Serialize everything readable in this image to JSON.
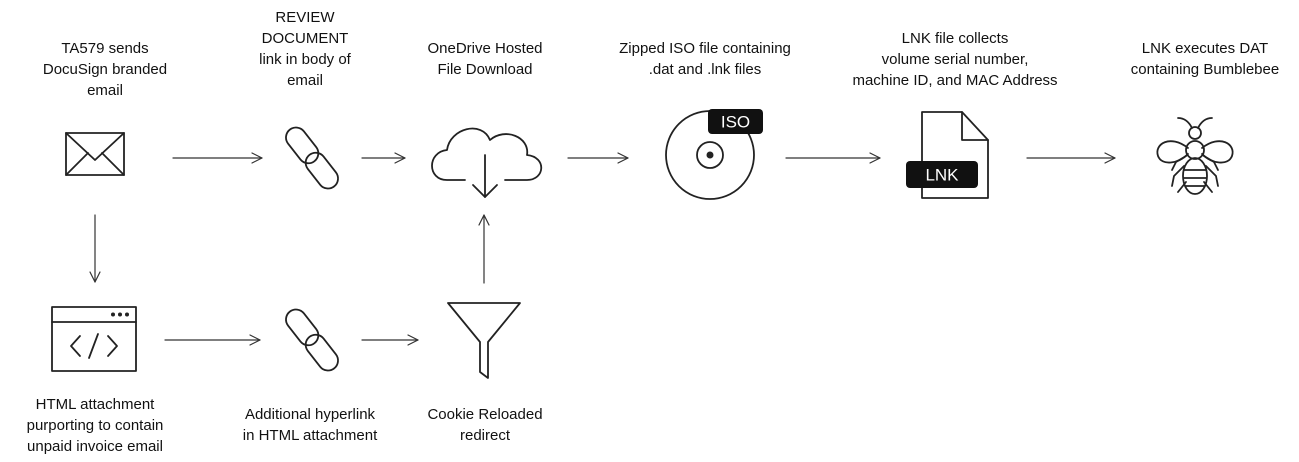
{
  "steps": {
    "email": {
      "label": "TA579 sends\nDocuSign branded\nemail",
      "icon": "envelope-icon"
    },
    "review_link": {
      "label": "REVIEW\nDOCUMENT\nlink in body of\nemail",
      "icon": "link-icon"
    },
    "onedrive": {
      "label": "OneDrive Hosted\nFile Download",
      "icon": "cloud-download-icon"
    },
    "iso": {
      "label": "Zipped ISO file containing\n.dat and .lnk files",
      "icon": "disc-icon",
      "badge": "ISO"
    },
    "lnk": {
      "label": "LNK file collects\nvolume serial number,\nmachine ID, and MAC Address",
      "icon": "file-icon",
      "badge": "LNK"
    },
    "dat": {
      "label": "LNK executes DAT\ncontaining Bumblebee",
      "icon": "bee-icon"
    },
    "html_attachment": {
      "label": "HTML attachment\npurporting to contain\nunpaid invoice email",
      "icon": "code-window-icon"
    },
    "hyperlink": {
      "label": "Additional hyperlink\nin HTML attachment",
      "icon": "link-icon"
    },
    "redirect": {
      "label": "Cookie Reloaded\nredirect",
      "icon": "funnel-icon"
    }
  }
}
